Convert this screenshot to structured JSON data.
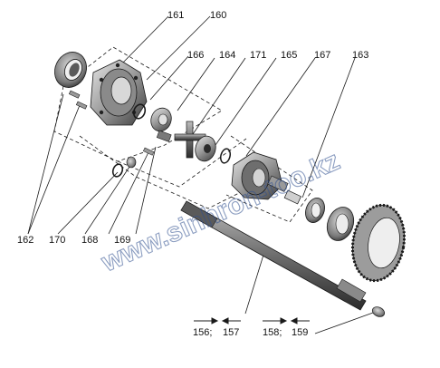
{
  "callouts": {
    "c161": "161",
    "c160": "160",
    "c166": "166",
    "c164": "164",
    "c171": "171",
    "c165": "165",
    "c167": "167",
    "c163": "163",
    "c162": "162",
    "c170": "170",
    "c168": "168",
    "c169": "169",
    "c156": "156;",
    "c157": "157",
    "c158": "158;",
    "c159": "159"
  },
  "watermark": "www.sinhron-too.kz",
  "colors": {
    "line": "#1a1a1a",
    "part_dark": "#3a3a3a",
    "part_mid": "#7a7a7a",
    "part_light": "#c8c8c8",
    "watermark": "#2f4f8f"
  }
}
